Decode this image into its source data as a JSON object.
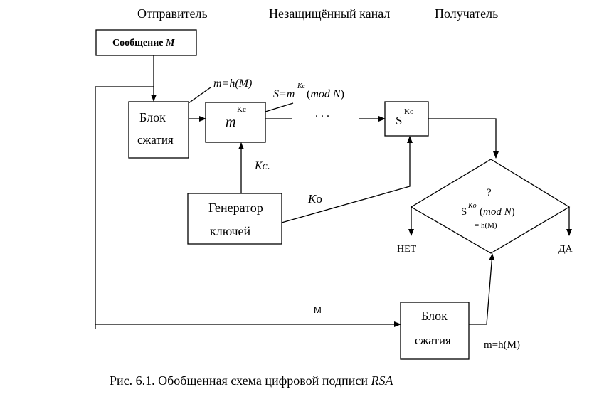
{
  "headers": {
    "sender": "Отправитель",
    "channel": "Незащищённый канал",
    "receiver": "Получатель"
  },
  "message_box": {
    "label": "Сообщение",
    "var": "M"
  },
  "hash_label_top": {
    "prefix": "m=h(",
    "var": "M",
    "suffix": ")"
  },
  "compress_block_top": {
    "line1": "Блок",
    "line2": "сжатия"
  },
  "sign_box": {
    "base": "m",
    "exp": "Kc"
  },
  "sign_formula": {
    "lhs": "S=m",
    "exp": "Kc",
    "rest_open": "(",
    "mod": "mod N",
    "rest_close": ")"
  },
  "dots": ". . .",
  "verify_box": {
    "base": "S",
    "exp": "Ko"
  },
  "kc_label": "Kc.",
  "generator_box": {
    "line1": "Генератор",
    "line2": "ключей"
  },
  "ko_label": {
    "k": "K",
    "o": "o"
  },
  "diamond": {
    "question": "?",
    "base": "S",
    "exp": "Ko",
    "open": "(",
    "mod": "mod N",
    "close": ")",
    "eq": "= h(M)"
  },
  "no_label": "НЕТ",
  "yes_label": "ДА",
  "m_label": "M",
  "compress_block_bottom": {
    "line1": "Блок",
    "line2": "сжатия"
  },
  "hash_label_bottom": "m=h(M)",
  "caption": {
    "text": "Рис. 6.1. Обобщенная схема цифровой подписи ",
    "italic": "RSA"
  }
}
